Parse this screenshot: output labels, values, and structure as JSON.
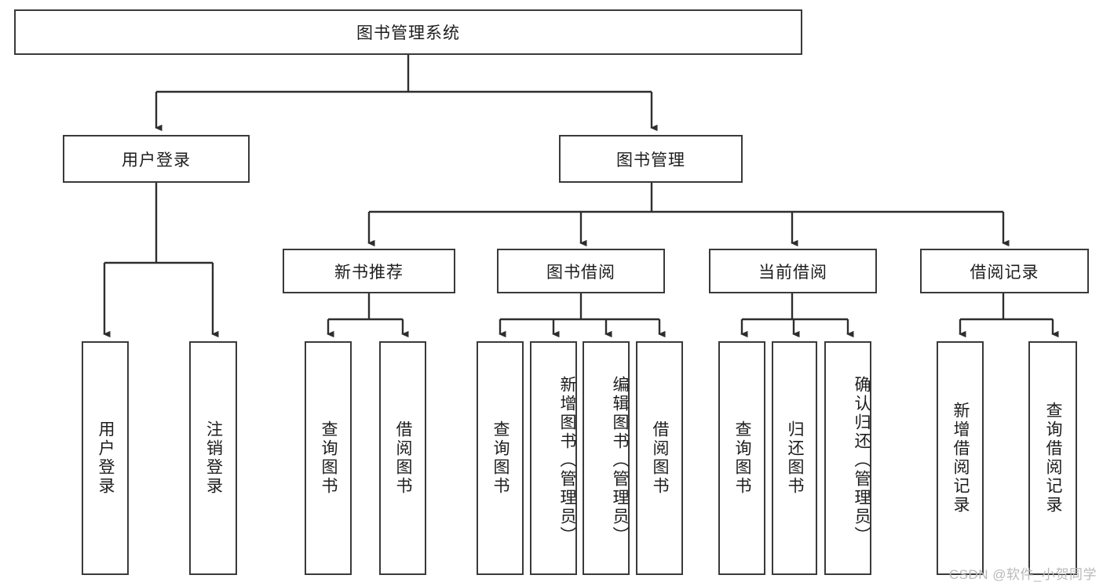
{
  "diagram": {
    "type": "hierarchy-tree",
    "title": "图书管理系统",
    "watermark": "CSDN @软件_小贺同学",
    "colors": {
      "box_border": "#3a3a3a",
      "box_fill": "#ffffff",
      "connector": "#2e2e2e",
      "text": "#1d1d1d",
      "watermark": "#b9b9b9"
    },
    "root": {
      "label": "图书管理系统",
      "orientation": "horizontal"
    },
    "level2": [
      {
        "label": "用户登录",
        "orientation": "horizontal"
      },
      {
        "label": "图书管理",
        "orientation": "horizontal"
      }
    ],
    "level3": [
      {
        "label": "新书推荐",
        "orientation": "horizontal",
        "parent": "图书管理"
      },
      {
        "label": "图书借阅",
        "orientation": "horizontal",
        "parent": "图书管理"
      },
      {
        "label": "当前借阅",
        "orientation": "horizontal",
        "parent": "图书管理"
      },
      {
        "label": "借阅记录",
        "orientation": "horizontal",
        "parent": "图书管理"
      }
    ],
    "leaves": [
      {
        "label": "用户登录",
        "orientation": "vertical",
        "parent": "用户登录"
      },
      {
        "label": "注销登录",
        "orientation": "vertical",
        "parent": "用户登录"
      },
      {
        "label": "查询图书",
        "orientation": "vertical",
        "parent": "新书推荐"
      },
      {
        "label": "借阅图书",
        "orientation": "vertical",
        "parent": "新书推荐"
      },
      {
        "label": "查询图书",
        "orientation": "vertical",
        "parent": "图书借阅"
      },
      {
        "label": "新增图书（管理员）",
        "orientation": "vertical",
        "parent": "图书借阅"
      },
      {
        "label": "编辑图书（管理员）",
        "orientation": "vertical",
        "parent": "图书借阅"
      },
      {
        "label": "借阅图书",
        "orientation": "vertical",
        "parent": "图书借阅"
      },
      {
        "label": "查询图书",
        "orientation": "vertical",
        "parent": "当前借阅"
      },
      {
        "label": "归还图书",
        "orientation": "vertical",
        "parent": "当前借阅"
      },
      {
        "label": "确认归还（管理员）",
        "orientation": "vertical",
        "parent": "当前借阅"
      },
      {
        "label": "新增借阅记录",
        "orientation": "vertical",
        "parent": "借阅记录"
      },
      {
        "label": "查询借阅记录",
        "orientation": "vertical",
        "parent": "借阅记录"
      }
    ]
  }
}
